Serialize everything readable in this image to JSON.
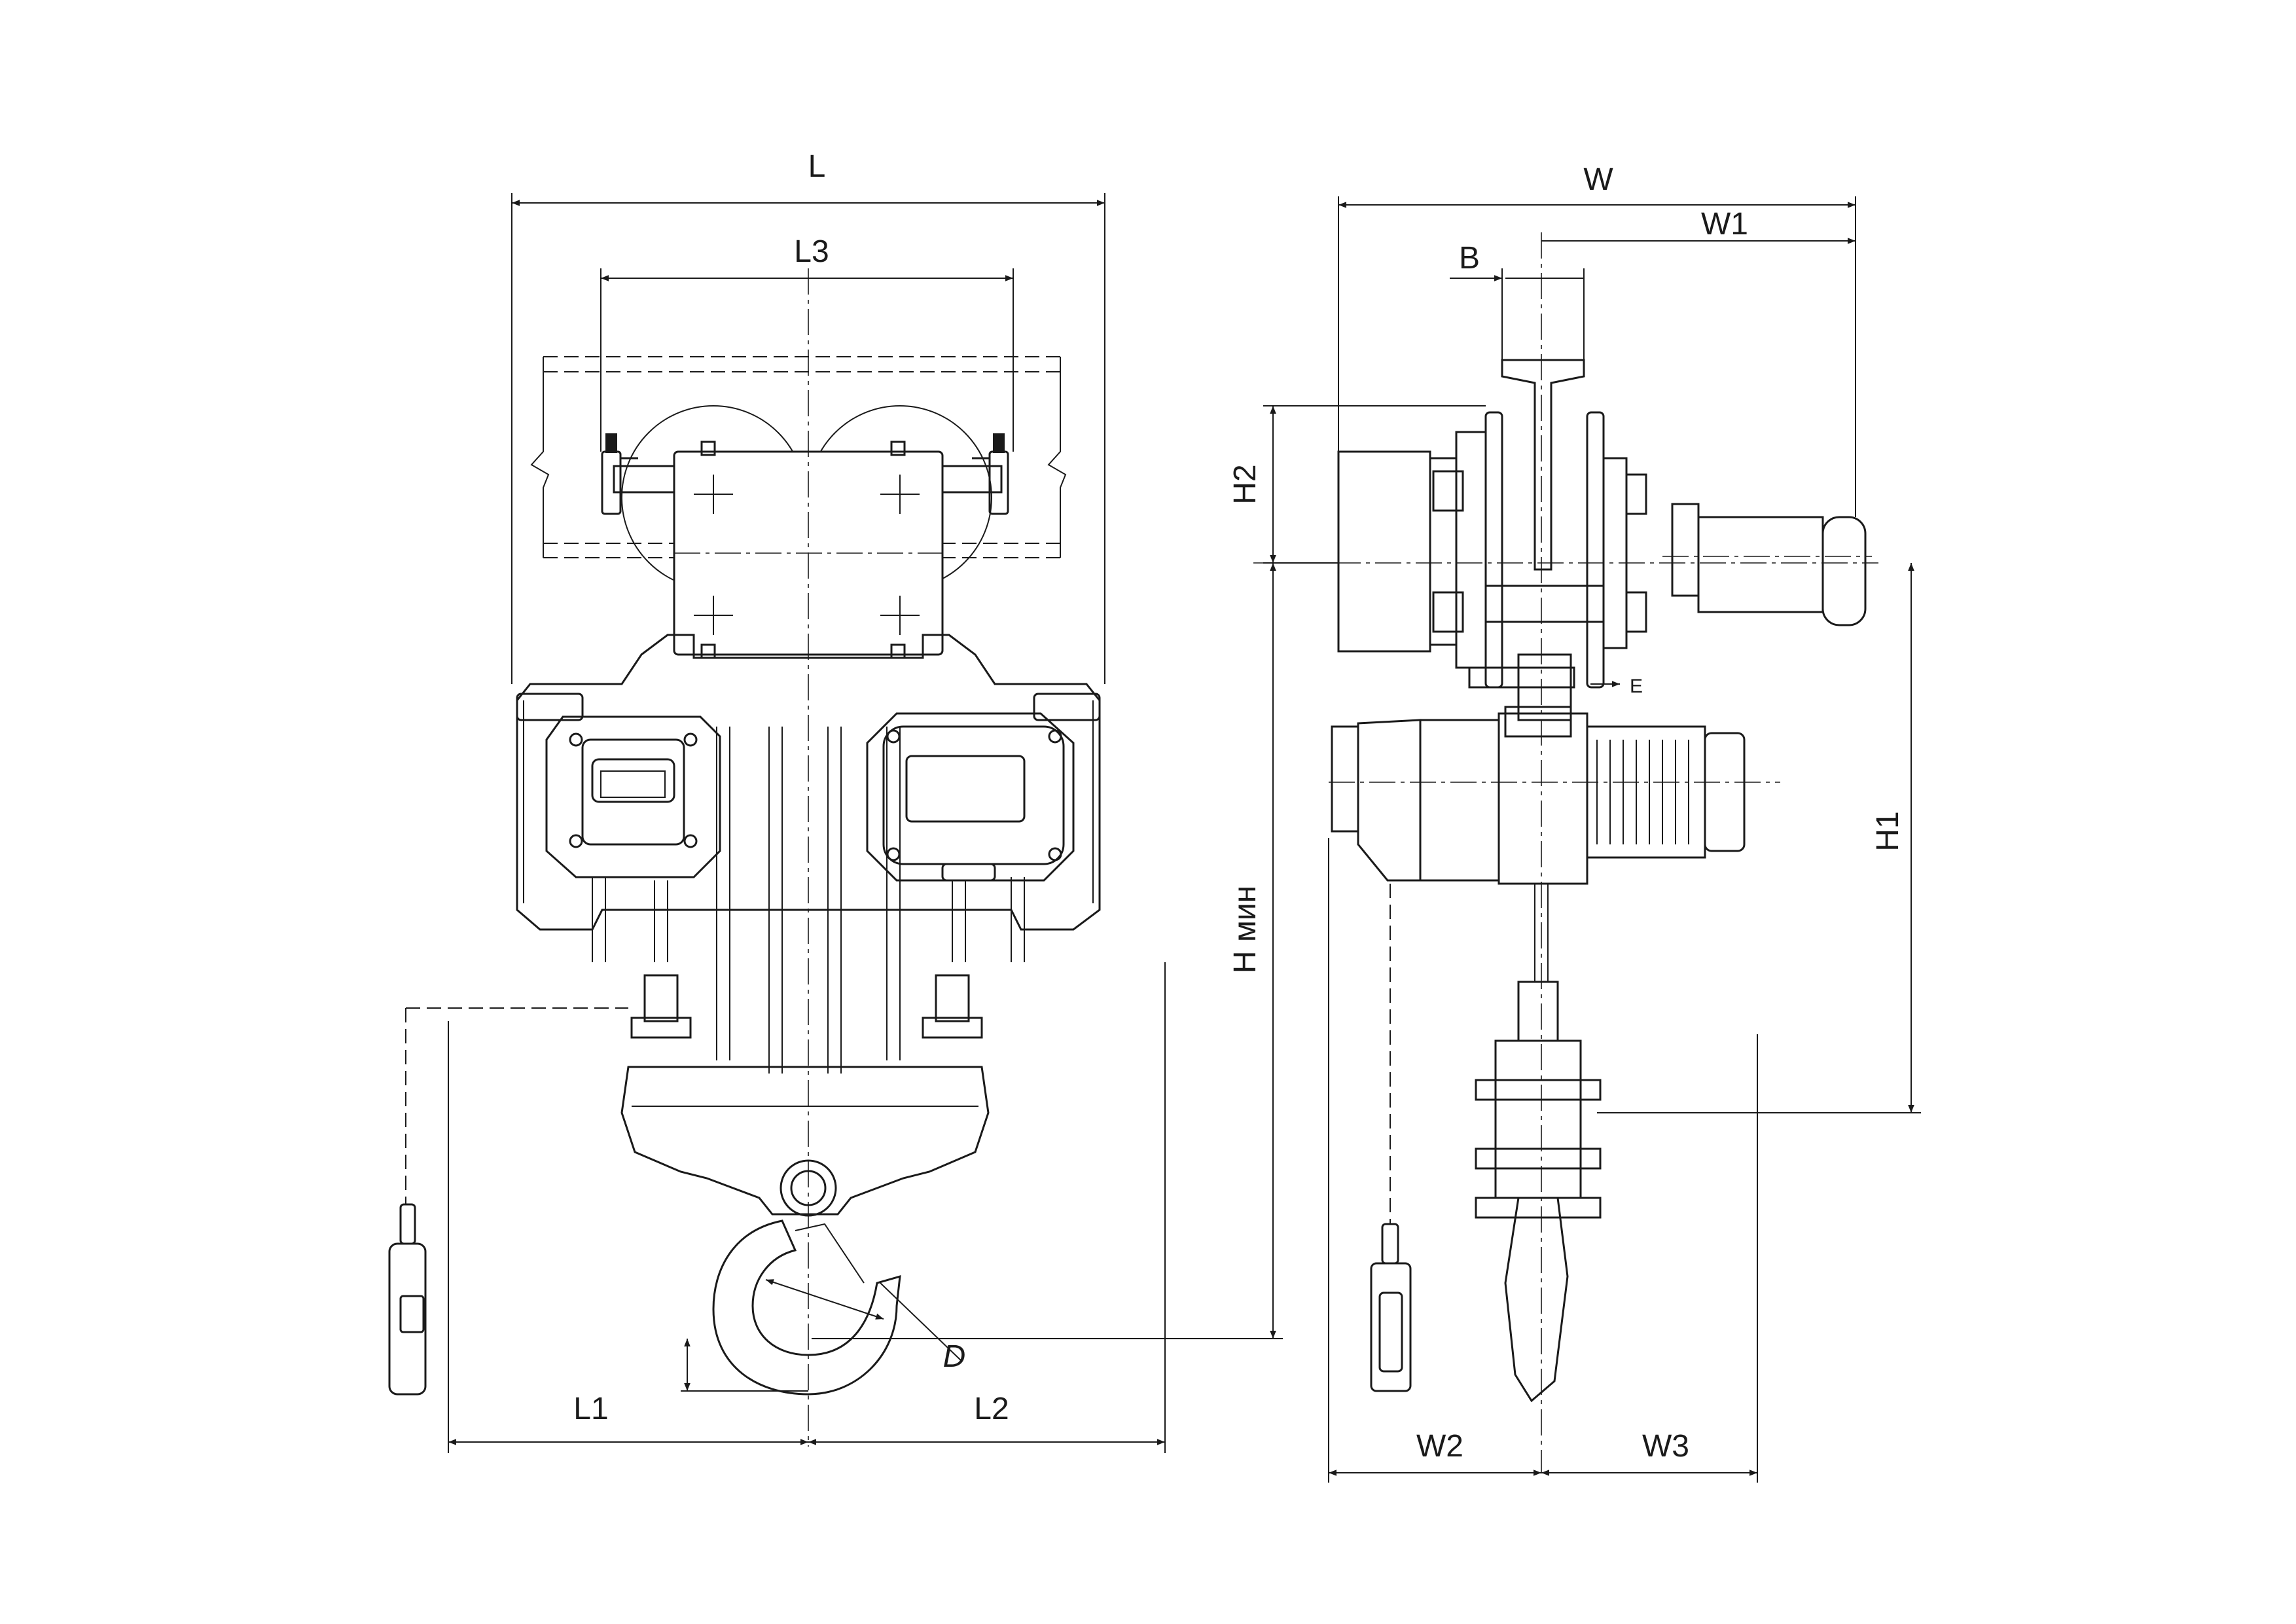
{
  "dimension_labels": {
    "L": "L",
    "L1": "L1",
    "L2": "L2",
    "L3": "L3",
    "W": "W",
    "W1": "W1",
    "W2": "W2",
    "W3": "W3",
    "B": "B",
    "E": "E",
    "D": "D",
    "H1": "H1",
    "H2": "H2",
    "H_min": "H мин"
  },
  "colors": {
    "line": "#1a1a1a",
    "background": "#ffffff"
  }
}
